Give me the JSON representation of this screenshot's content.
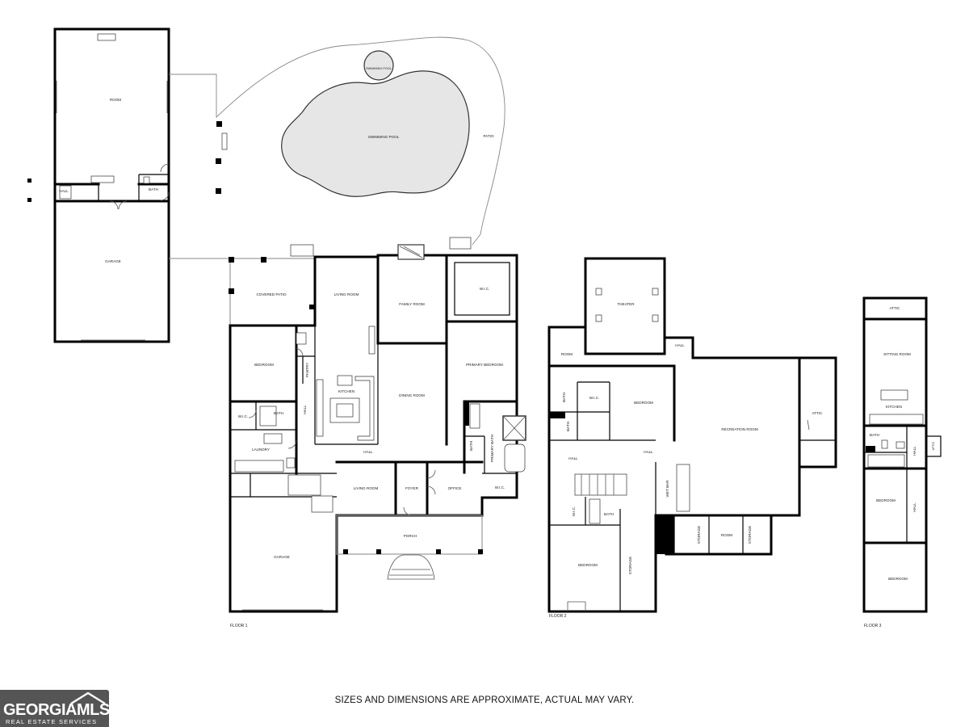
{
  "rooms": {
    "outbuilding": {
      "room": "ROOM",
      "garage": "GARAGE",
      "hall": "HALL",
      "bath": "BATH"
    },
    "outdoor": {
      "pool_small": "SWIMMING POOL",
      "pool_large": "SWIMMING POOL",
      "patio": "PATIO"
    },
    "floor1": {
      "covered_patio": "COVERED PATIO",
      "living_room": "LIVING ROOM",
      "family_room": "FAMILY ROOM",
      "wic_primary": "W.I.C.",
      "bedroom": "BEDROOM",
      "pantry": "PANTRY",
      "kitchen": "KITCHEN",
      "dining_room": "DINING ROOM",
      "primary_bedroom": "PRIMARY BEDROOM",
      "wic": "W.I.C.",
      "bath": "BATH",
      "hall": "HALL",
      "primary_bath": "PRIMARY BATH",
      "laundry": "LAUNDRY",
      "hall_center": "HALL",
      "bath_small": "BATH",
      "living_room_front": "LIVING ROOM",
      "foyer": "FOYER",
      "office": "OFFICE",
      "wic_bath": "W.I.C.",
      "porch": "PORCH",
      "garage": "GARAGE"
    },
    "floor2": {
      "theater": "THEATER",
      "room": "ROOM",
      "hall_top": "HALL",
      "bath": "BATH",
      "wic": "W.I.C.",
      "bedroom": "BEDROOM",
      "bath_lower": "BATH",
      "recreation_room": "RECREATION ROOM",
      "attic": "ATTIC",
      "hall": "HALL",
      "hall_center": "HALL",
      "wet_bar": "WET BAR",
      "wic_lower": "W.I.C.",
      "bath_3": "BATH",
      "storage_1": "STORAGE",
      "room_small": "ROOM",
      "storage_2": "STORAGE",
      "bedroom_lower": "BEDROOM",
      "storage_tall": "STORAGE"
    },
    "floor3": {
      "attic": "ATTIC",
      "sitting_room": "SITTING ROOM",
      "kitchen": "KITCHEN",
      "bath": "BATH",
      "hall": "HALL",
      "attic_side": "ATTIC",
      "bedroom": "BEDROOM",
      "hall_lower": "HALL",
      "bedroom_lower": "BEDROOM"
    }
  },
  "floor_labels": {
    "f1": "FLOOR 1",
    "f2": "FLOOR 2",
    "f3": "FLOOR 3"
  },
  "footer": {
    "disclaimer": "SIZES AND DIMENSIONS ARE APPROXIMATE, ACTUAL MAY VARY.",
    "logo_name": "GEORGIAMLS",
    "logo_tagline": "REAL ESTATE SERVICES"
  }
}
